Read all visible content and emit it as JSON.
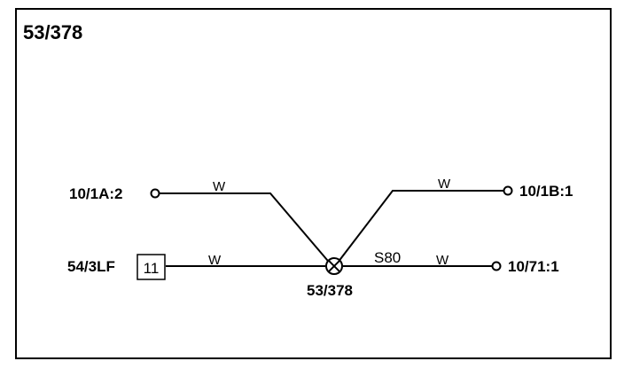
{
  "title": "53/378",
  "splice": {
    "label": "53/378"
  },
  "connectors": {
    "left_top": "10/1A:2",
    "left_bottom": "54/3LF",
    "right_top": "10/1B:1",
    "right_bottom": "10/71:1"
  },
  "pin_box": {
    "value": "11"
  },
  "wires": {
    "left_top": "W",
    "left_bottom": "W",
    "right_top": "W",
    "right_bottom": "W",
    "right_bottom_code": "S80"
  }
}
